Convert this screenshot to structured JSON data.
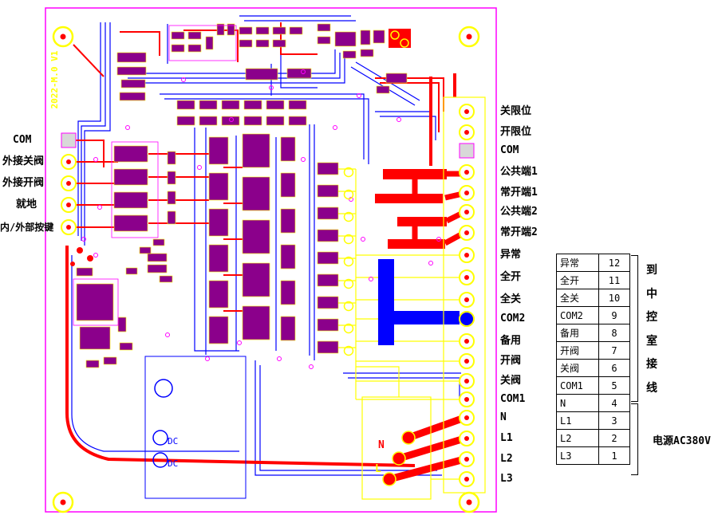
{
  "board": {
    "version_label": "2022-M.0 V1",
    "dc_label": "DC",
    "n_label": "N",
    "l_label": "L"
  },
  "left_labels": [
    "COM",
    "外接关阀",
    "外接开阀",
    "就地",
    "内/外部按键"
  ],
  "right_labels": [
    "关限位",
    "开限位",
    "COM",
    "公共端1",
    "常开端1",
    "公共端2",
    "常开端2",
    "异常",
    "全开",
    "全关",
    "COM2",
    "备用",
    "开阀",
    "关阀",
    "COM1",
    "N",
    "L1",
    "L2",
    "L3"
  ],
  "terminal_table": {
    "rows": [
      {
        "label": "异常",
        "pin": "12"
      },
      {
        "label": "全开",
        "pin": "11"
      },
      {
        "label": "全关",
        "pin": "10"
      },
      {
        "label": "COM2",
        "pin": "9"
      },
      {
        "label": "备用",
        "pin": "8"
      },
      {
        "label": "开阀",
        "pin": "7"
      },
      {
        "label": "关阀",
        "pin": "6"
      },
      {
        "label": "COM1",
        "pin": "5"
      },
      {
        "label": "N",
        "pin": "4"
      },
      {
        "label": "L1",
        "pin": "3"
      },
      {
        "label": "L2",
        "pin": "2"
      },
      {
        "label": "L3",
        "pin": "1"
      }
    ]
  },
  "annotations": {
    "control_room_chars": [
      "到",
      "中",
      "控",
      "室",
      "接",
      "线"
    ],
    "power_label": "电源AC380V"
  },
  "colors": {
    "board_outline": "#FF00FF",
    "trace_red": "#FF0000",
    "trace_blue": "#0000FF",
    "silk_yellow": "#FFFF00",
    "component_purple": "#8B008B"
  }
}
